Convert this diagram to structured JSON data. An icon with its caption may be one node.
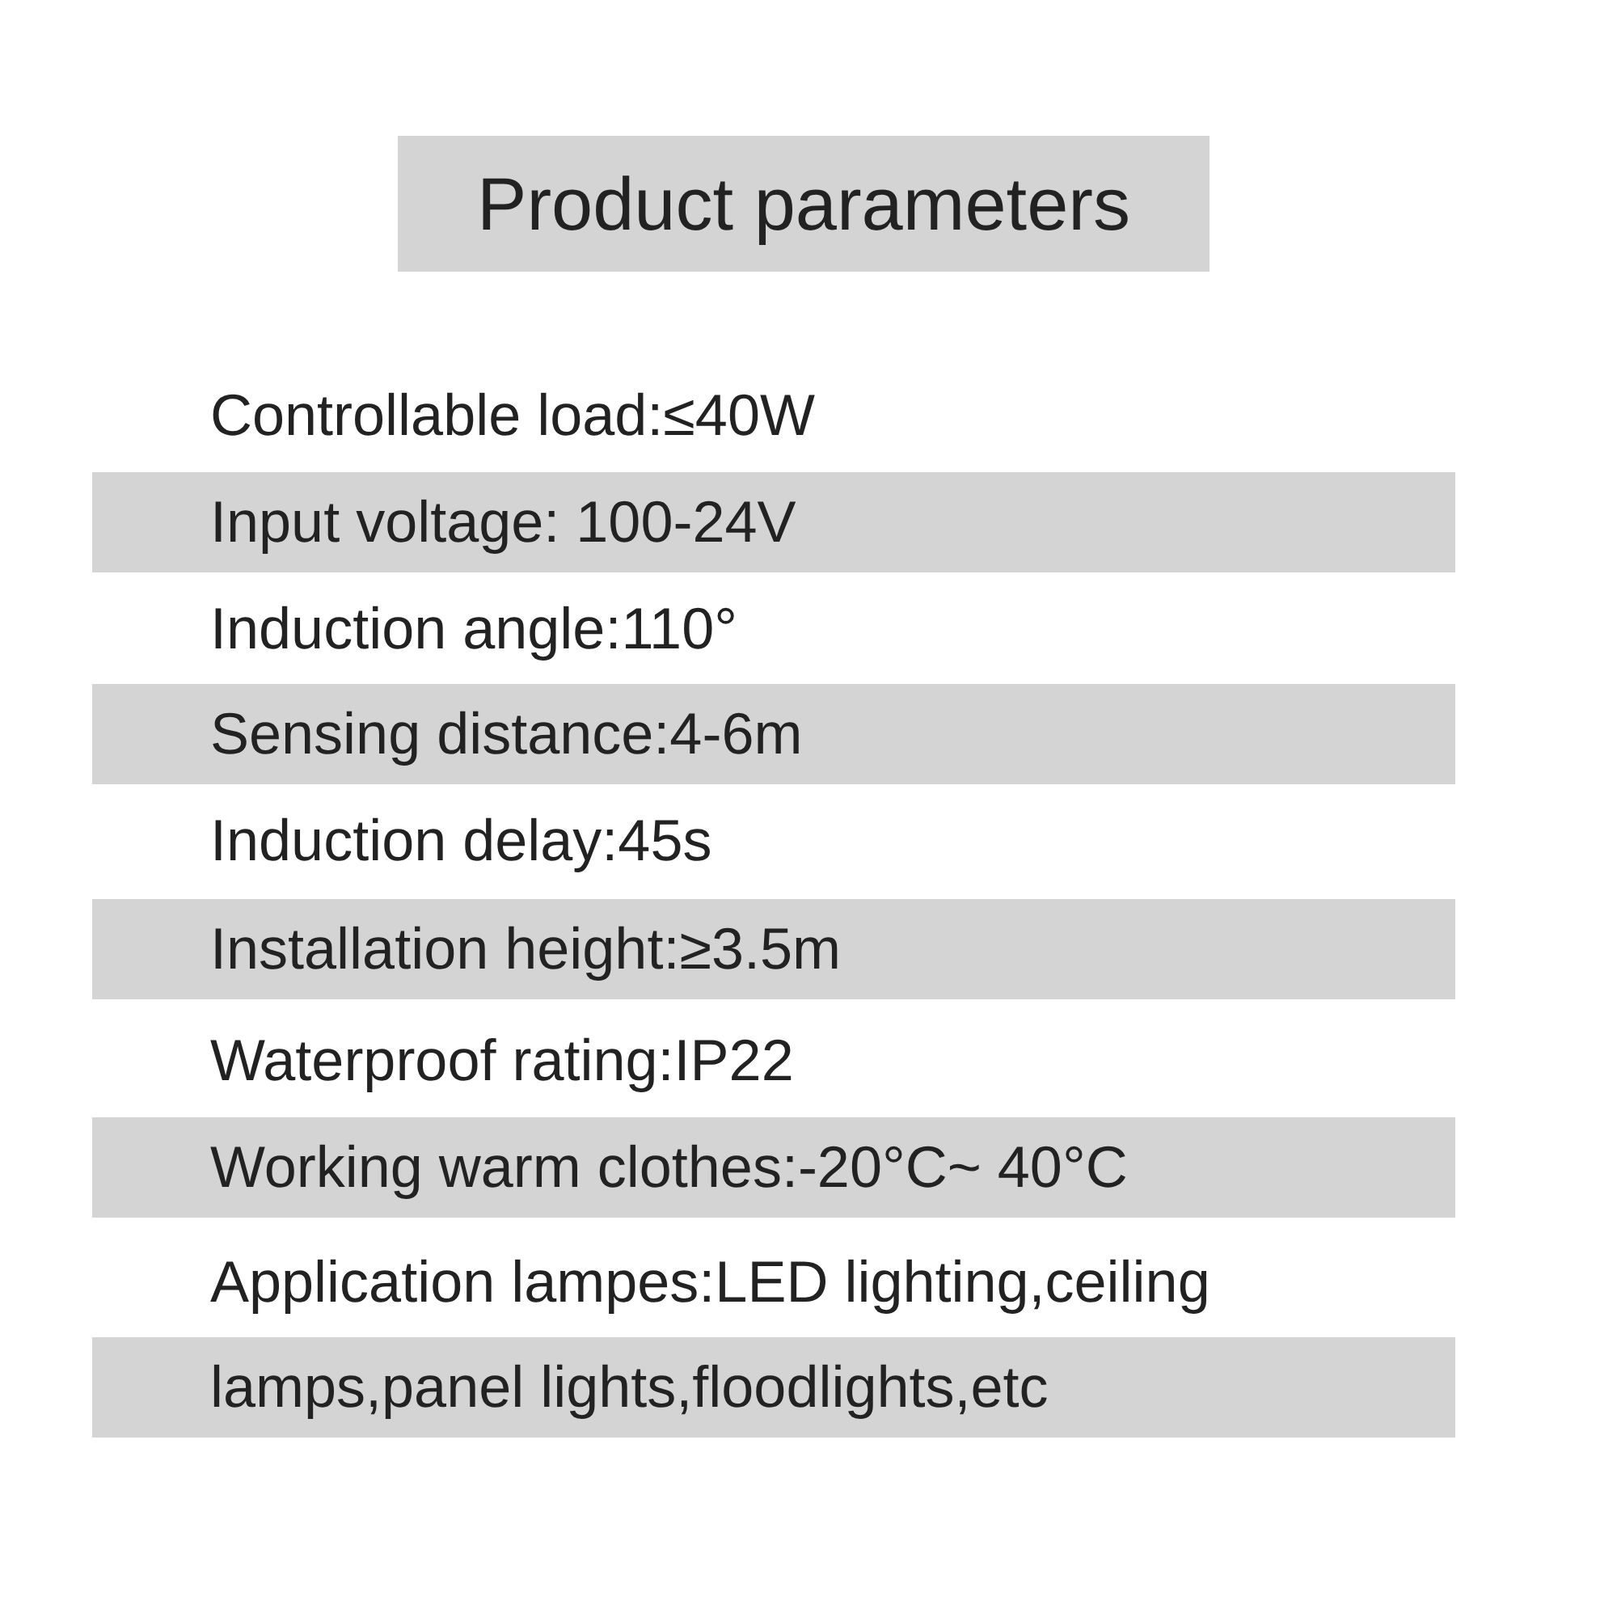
{
  "diagram": {
    "title": "Product parameters",
    "labels": [
      "Controllable load:≤40W",
      "Input voltage: 100-24V",
      "Induction angle:110°",
      "Sensing distance:4-6m",
      "Induction delay:45s",
      "Installation height:≥3.5m",
      "Waterproof rating:IP22",
      "Working warm clothes:-20°C~ 40°C",
      "Application lampes:LED lighting,ceiling",
      "lamps,panel lights,floodlights,etc"
    ]
  }
}
